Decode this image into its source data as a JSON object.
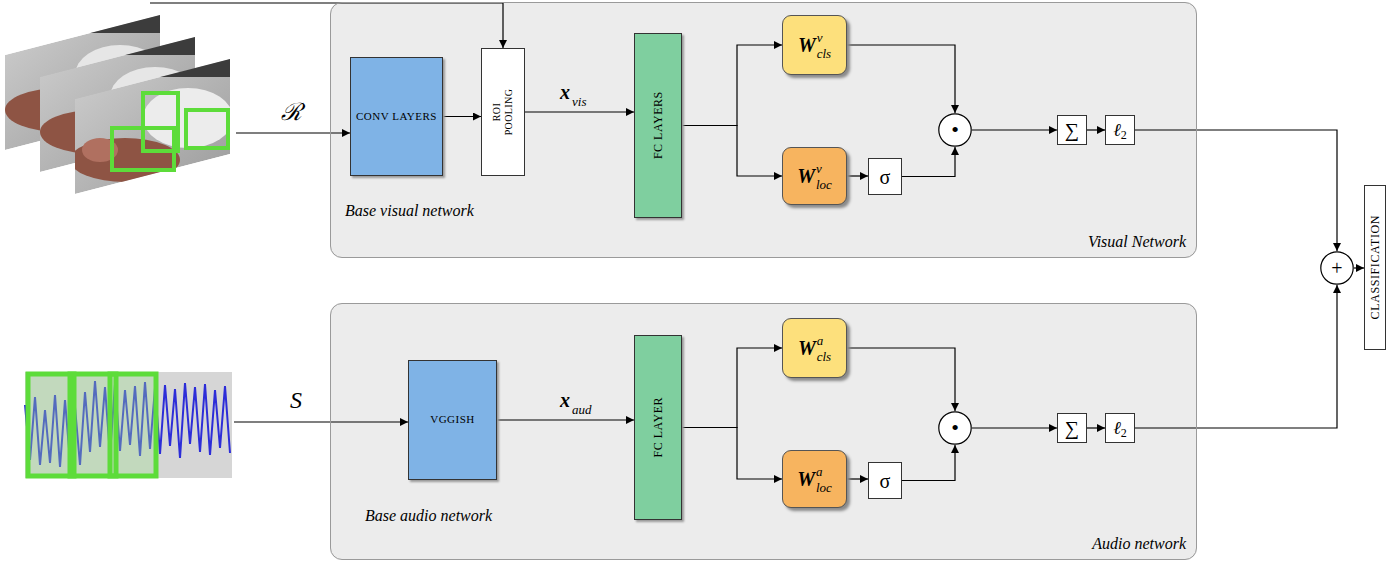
{
  "diagram": {
    "nodes": [
      {
        "text": [
          "Visual Network"
        ]
      },
      {
        "text": [
          "CONV LAYERS"
        ],
        "in": 0
      },
      {
        "text": [
          "ROI POOLING"
        ],
        "in": 0
      },
      {
        "text": [
          "FC LAYERS"
        ],
        "in": 0
      },
      {
        "text": [
          "W",
          "v",
          "cls"
        ],
        "in": 0
      },
      {
        "text": [
          "W",
          "v",
          "loc"
        ],
        "in": 0
      },
      {
        "text": [
          "σ"
        ],
        "in": 0
      },
      {
        "text": [
          "•"
        ],
        "in": 0
      },
      {
        "text": [
          "∑"
        ],
        "in": 0
      },
      {
        "text": [
          "ℓ",
          "2"
        ],
        "in": 0
      },
      {
        "text": [
          "Audio network"
        ]
      },
      {
        "text": [
          "VGGISH"
        ],
        "in": 10
      },
      {
        "text": [
          "FC LAYER"
        ],
        "in": 10
      },
      {
        "text": [
          "W",
          "a",
          "cls"
        ],
        "in": 10
      },
      {
        "text": [
          "W",
          "a",
          "loc"
        ],
        "in": 10
      },
      {
        "text": [
          "σ"
        ],
        "in": 10
      },
      {
        "text": [
          "•"
        ],
        "in": 10
      },
      {
        "text": [
          "∑"
        ],
        "in": 10
      },
      {
        "text": [
          "ℓ",
          "2"
        ],
        "in": 10
      },
      {
        "text": [
          "+"
        ]
      },
      {
        "text": [
          "CLASSIFICATION"
        ]
      }
    ],
    "edges": [
      {
        "from": 1,
        "to": 2,
        "arrow": "to"
      },
      {
        "from": 2,
        "to": 3,
        "arrow": "to"
      },
      {
        "from": 3,
        "to": 4,
        "arrow": "to"
      },
      {
        "from": 3,
        "to": 5,
        "arrow": "to"
      },
      {
        "from": 5,
        "to": 6,
        "arrow": "to"
      },
      {
        "from": 4,
        "to": 7,
        "arrow": "to"
      },
      {
        "from": 6,
        "to": 7,
        "arrow": "to"
      },
      {
        "from": 7,
        "to": 8,
        "arrow": "to"
      },
      {
        "from": 8,
        "to": 9,
        "arrow": "to"
      },
      {
        "from": 9,
        "to": 19,
        "arrow": "to"
      },
      {
        "from": 11,
        "to": 12,
        "arrow": "to"
      },
      {
        "from": 12,
        "to": 13,
        "arrow": "to"
      },
      {
        "from": 12,
        "to": 14,
        "arrow": "to"
      },
      {
        "from": 14,
        "to": 15,
        "arrow": "to"
      },
      {
        "from": 13,
        "to": 16,
        "arrow": "to"
      },
      {
        "from": 15,
        "to": 16,
        "arrow": "to"
      },
      {
        "from": 16,
        "to": 17,
        "arrow": "to"
      },
      {
        "from": 17,
        "to": 18,
        "arrow": "to"
      },
      {
        "from": 18,
        "to": 19,
        "arrow": "to"
      },
      {
        "from": 19,
        "to": 20,
        "arrow": "to"
      }
    ],
    "labels": [
      "ℛ",
      "x",
      "vis",
      "Base visual network",
      "S",
      "x",
      "aud",
      "Base audio network"
    ]
  }
}
